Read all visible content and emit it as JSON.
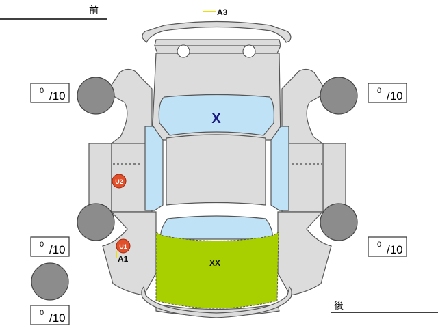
{
  "labels": {
    "front": "前",
    "rear": "後"
  },
  "tyre_scores": [
    {
      "position": "front-left",
      "value": "0",
      "max": "/10"
    },
    {
      "position": "front-right",
      "value": "0",
      "max": "/10"
    },
    {
      "position": "rear-left",
      "value": "0",
      "max": "/10"
    },
    {
      "position": "rear-right",
      "value": "0",
      "max": "/10"
    },
    {
      "position": "spare",
      "value": "0",
      "max": "/10"
    }
  ],
  "damage_marks": {
    "windshield": "X",
    "trunk": "XX",
    "front_bumper": "A3",
    "left_door": "U2",
    "left_rear_quarter_u": "U1",
    "left_rear_quarter_a": "A1"
  },
  "colors": {
    "glass": "#bfe2f7",
    "panel": "#dcdcdc",
    "trunk_highlight": "#a8d000",
    "dent_badge": "#e0502a",
    "windshield_mark": "#1a1a80",
    "scratch_line": "#f0e000"
  }
}
